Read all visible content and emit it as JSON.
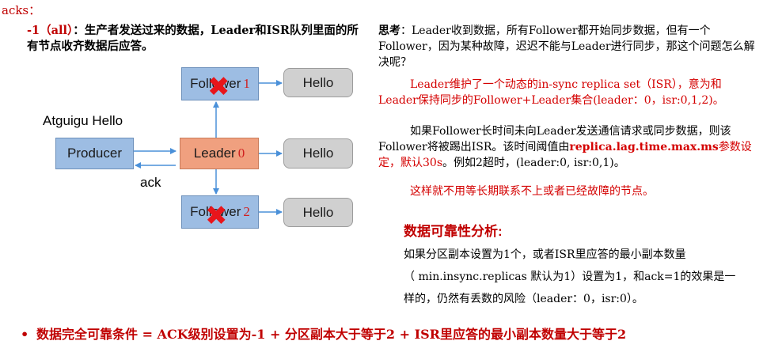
{
  "heading": "acks：",
  "left_desc": {
    "prefix": "-1（all）",
    "text": "：生产者发送过来的数据，Leader和ISR队列里面的所有节点收齐数据后应答。"
  },
  "diagram": {
    "title": "Atguigu Hello",
    "producer": "Producer",
    "leader": {
      "label": "Leader",
      "num": "0"
    },
    "follower1": {
      "label": "Follower",
      "num": "1"
    },
    "follower2": {
      "label": "Follower",
      "num": "2"
    },
    "hello": "Hello",
    "ack": "ack",
    "colors": {
      "blue": "#9dbde3",
      "orange": "#f0a07f",
      "gray": "#d0d0d0",
      "arrow": "#4a90d9",
      "cross": "#e8151b"
    }
  },
  "think": {
    "label": "思考",
    "q": "：Leader收到数据，所有Follower都开始同步数据，但有一个Follower，因为某种故障，迟迟不能与Leader进行同步，那这个问题怎么解决呢？",
    "a1": "Leader维护了一个动态的in-sync replica set（ISR），意为和Leader保持同步的Follower+Leader集合(leader：0，isr:0,1,2)。",
    "a2_pre": "如果Follower长时间未向Leader发送通信请求或同步数据，则该Follower将被踢出ISR。该时间阈值由",
    "a2_param": "replica.lag.time.max.ms",
    "a2_mid": "参数设定，默认30s",
    "a2_post": "。例如2超时，(leader:0, isr:0,1)。",
    "a3": "这样就不用等长期联系不上或者已经故障的节点。"
  },
  "reliability": {
    "heading": "数据可靠性分析:",
    "l1": "如果分区副本设置为1个，或者ISR里应答的最小副本数量",
    "l2": "（ min.insync.replicas 默认为1）设置为1，和ack=1的效果是一",
    "l3": "样的，仍然有丢数的风险（leader：0，isr:0）。"
  },
  "bottom": {
    "bullet": "•",
    "text": "数据完全可靠条件 = ACK级别设置为-1 + 分区副本大于等于2 + ISR里应答的最小副本数量大于等于2"
  }
}
